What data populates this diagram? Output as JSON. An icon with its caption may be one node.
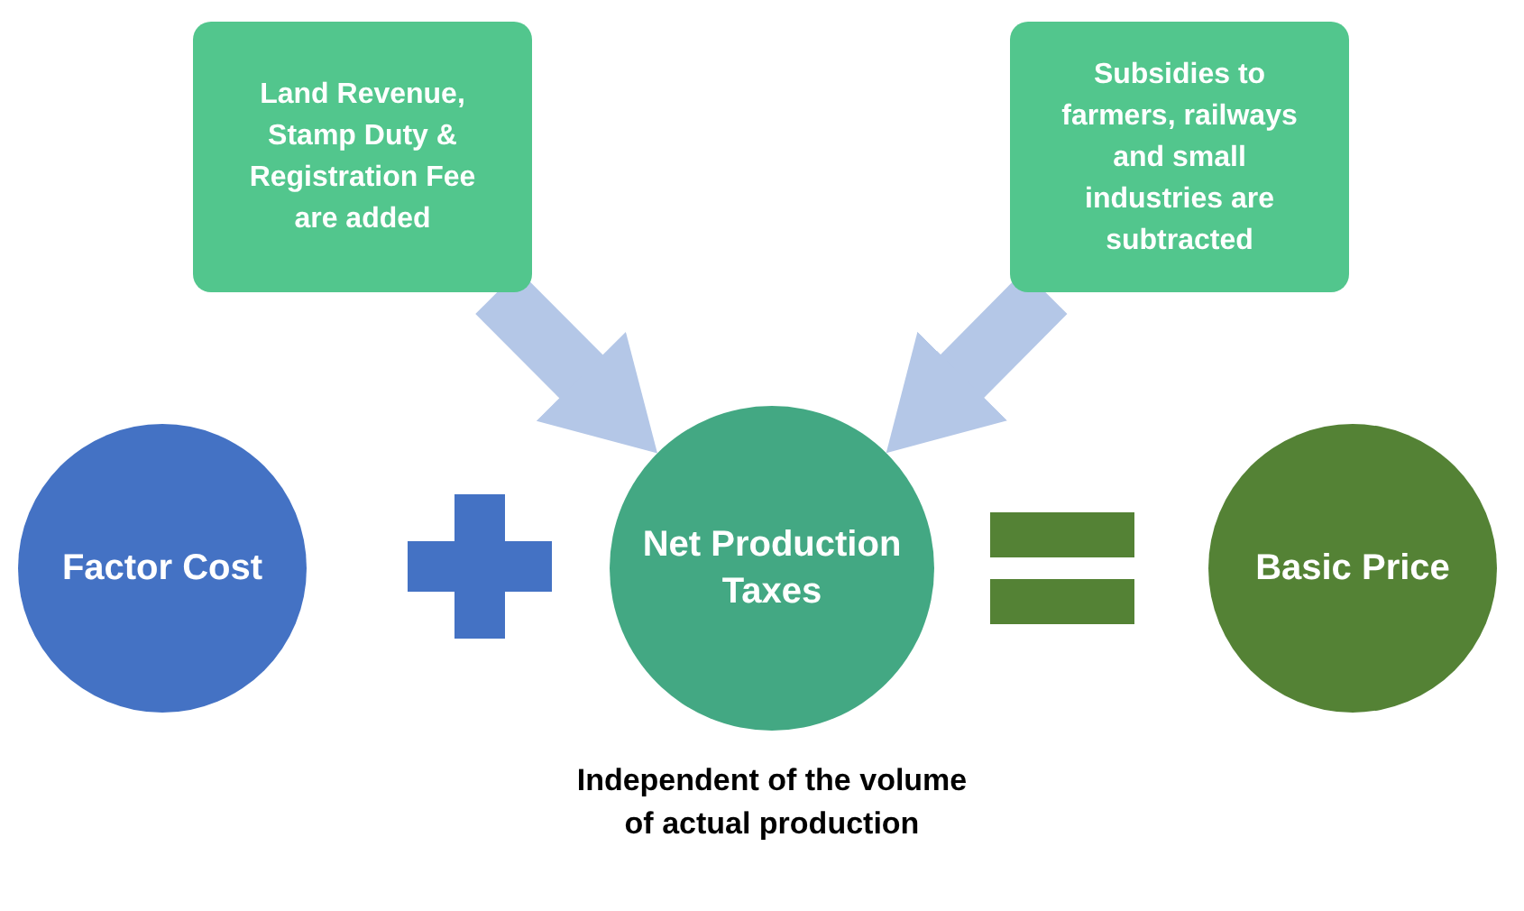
{
  "diagram": {
    "nodes": [
      {
        "text": [
          "Land Revenue, Stamp Duty & Registration Fee are added"
        ]
      },
      {
        "text": [
          "Subsidies to farmers, railways and small industries are subtracted"
        ]
      },
      {
        "text": [
          "Factor Cost"
        ]
      },
      {
        "text": [
          "Net Production Taxes"
        ],
        "beside": [
          "Independent of the volume of actual production"
        ]
      },
      {
        "text": [
          "Basic Price"
        ]
      }
    ],
    "edges": [
      {
        "from": 0,
        "to": 3,
        "arrow": "to"
      },
      {
        "from": 1,
        "to": 3,
        "arrow": "to"
      }
    ]
  }
}
